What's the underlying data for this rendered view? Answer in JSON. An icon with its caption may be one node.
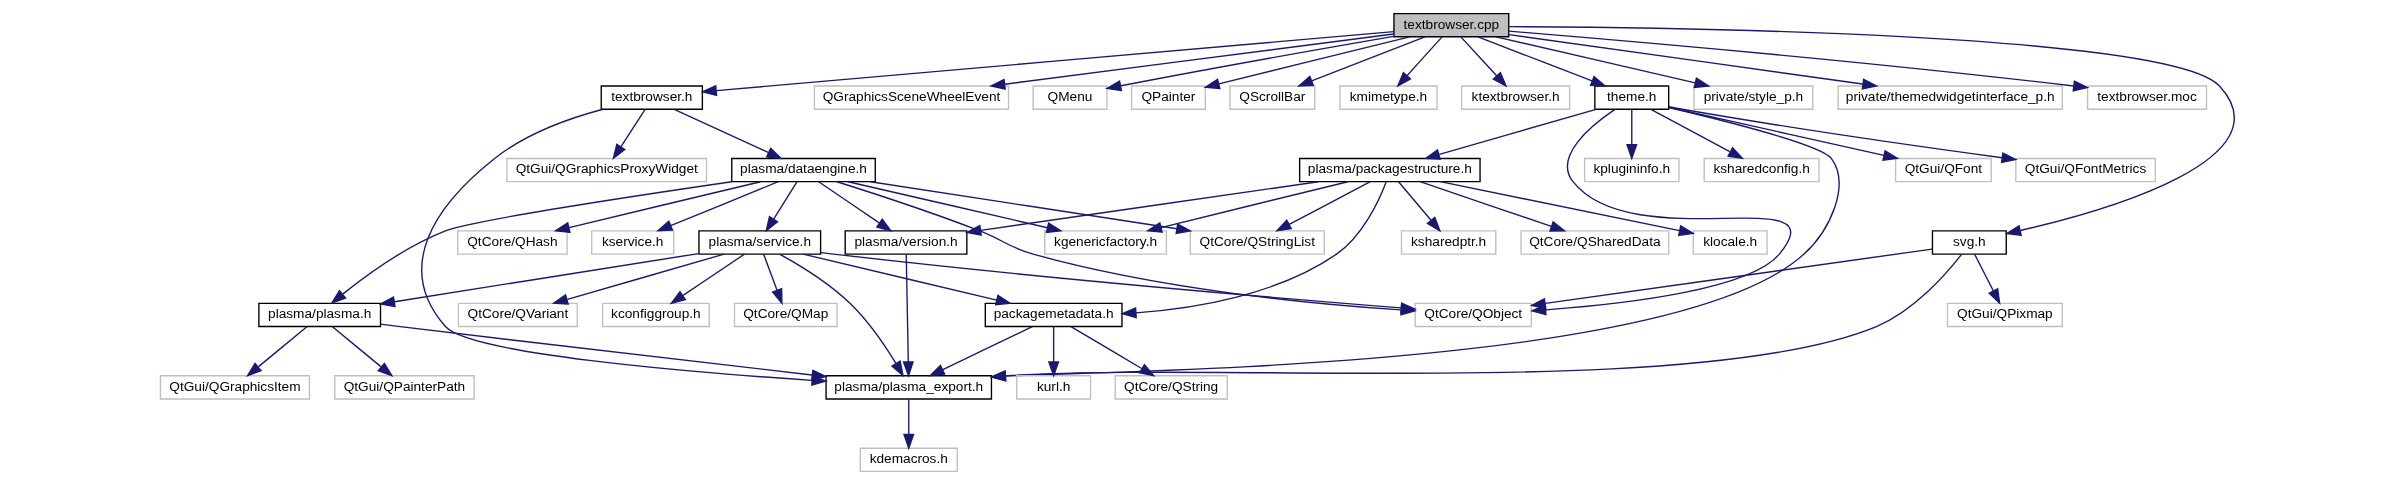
{
  "diagram": {
    "nodes": [
      {
        "text": [
          "textbrowser.cpp"
        ]
      },
      {
        "text": [
          "textbrowser.h"
        ]
      },
      {
        "text": [
          "QGraphicsSceneWheelEvent"
        ]
      },
      {
        "text": [
          "QMenu"
        ]
      },
      {
        "text": [
          "QPainter"
        ]
      },
      {
        "text": [
          "QScrollBar"
        ]
      },
      {
        "text": [
          "kmimetype.h"
        ]
      },
      {
        "text": [
          "ktextbrowser.h"
        ]
      },
      {
        "text": [
          "theme.h"
        ]
      },
      {
        "text": [
          "private/style_p.h"
        ]
      },
      {
        "text": [
          "private/themedwidgetinterface_p.h"
        ]
      },
      {
        "text": [
          "textbrowser.moc"
        ]
      },
      {
        "text": [
          "plasma/dataengine.h"
        ]
      },
      {
        "text": [
          "QtGui/QGraphicsProxyWidget"
        ]
      },
      {
        "text": [
          "kplugininfo.h"
        ]
      },
      {
        "text": [
          "ksharedconfig.h"
        ]
      },
      {
        "text": [
          "plasma/packagestructure.h"
        ]
      },
      {
        "text": [
          "QtGui/QFont"
        ]
      },
      {
        "text": [
          "QtGui/QFontMetrics"
        ]
      },
      {
        "text": [
          "plasma/service.h"
        ]
      },
      {
        "text": [
          "QtCore/QHash"
        ]
      },
      {
        "text": [
          "kservice.h"
        ]
      },
      {
        "text": [
          "plasma/version.h"
        ]
      },
      {
        "text": [
          "QtCore/QStringList"
        ]
      },
      {
        "text": [
          "kgenericfactory.h"
        ]
      },
      {
        "text": [
          "QtCore/QSharedData"
        ]
      },
      {
        "text": [
          "klocale.h"
        ]
      },
      {
        "text": [
          "ksharedptr.h"
        ]
      },
      {
        "text": [
          "svg.h"
        ]
      },
      {
        "text": [
          "plasma/plasma.h"
        ]
      },
      {
        "text": [
          "QtCore/QMap"
        ]
      },
      {
        "text": [
          "QtCore/QVariant"
        ]
      },
      {
        "text": [
          "kconfiggroup.h"
        ]
      },
      {
        "text": [
          "packagemetadata.h"
        ]
      },
      {
        "text": [
          "QtCore/QObject"
        ]
      },
      {
        "text": [
          "QtGui/QPixmap"
        ]
      },
      {
        "text": [
          "QtGui/QPainterPath"
        ]
      },
      {
        "text": [
          "QtGui/QGraphicsItem"
        ]
      },
      {
        "text": [
          "plasma/plasma_export.h"
        ]
      },
      {
        "text": [
          "kurl.h"
        ]
      },
      {
        "text": [
          "QtCore/QString"
        ]
      },
      {
        "text": [
          "kdemacros.h"
        ]
      }
    ],
    "edges": [
      {
        "from": 0,
        "to": 1,
        "arrow": "to"
      },
      {
        "from": 0,
        "to": 2,
        "arrow": "to"
      },
      {
        "from": 0,
        "to": 3,
        "arrow": "to"
      },
      {
        "from": 0,
        "to": 4,
        "arrow": "to"
      },
      {
        "from": 0,
        "to": 5,
        "arrow": "to"
      },
      {
        "from": 0,
        "to": 6,
        "arrow": "to"
      },
      {
        "from": 0,
        "to": 7,
        "arrow": "to"
      },
      {
        "from": 0,
        "to": 8,
        "arrow": "to"
      },
      {
        "from": 0,
        "to": 9,
        "arrow": "to"
      },
      {
        "from": 0,
        "to": 10,
        "arrow": "to"
      },
      {
        "from": 0,
        "to": 11,
        "arrow": "to"
      },
      {
        "from": 0,
        "to": 28,
        "arrow": "to"
      },
      {
        "from": 1,
        "to": 38,
        "arrow": "to"
      },
      {
        "from": 1,
        "to": 12,
        "arrow": "to"
      },
      {
        "from": 1,
        "to": 13,
        "arrow": "to"
      },
      {
        "from": 12,
        "to": 29,
        "arrow": "to"
      },
      {
        "from": 12,
        "to": 19,
        "arrow": "to"
      },
      {
        "from": 12,
        "to": 20,
        "arrow": "to"
      },
      {
        "from": 12,
        "to": 21,
        "arrow": "to"
      },
      {
        "from": 12,
        "to": 22,
        "arrow": "to"
      },
      {
        "from": 12,
        "to": 23,
        "arrow": "to"
      },
      {
        "from": 12,
        "to": 24,
        "arrow": "to"
      },
      {
        "from": 12,
        "to": 34,
        "arrow": "to"
      },
      {
        "from": 8,
        "to": 14,
        "arrow": "to"
      },
      {
        "from": 8,
        "to": 15,
        "arrow": "to"
      },
      {
        "from": 8,
        "to": 16,
        "arrow": "to"
      },
      {
        "from": 8,
        "to": 17,
        "arrow": "to"
      },
      {
        "from": 8,
        "to": 18,
        "arrow": "to"
      },
      {
        "from": 8,
        "to": 34,
        "arrow": "to"
      },
      {
        "from": 8,
        "to": 38,
        "arrow": "to"
      },
      {
        "from": 16,
        "to": 22,
        "arrow": "to"
      },
      {
        "from": 16,
        "to": 23,
        "arrow": "to"
      },
      {
        "from": 16,
        "to": 24,
        "arrow": "to"
      },
      {
        "from": 16,
        "to": 25,
        "arrow": "to"
      },
      {
        "from": 16,
        "to": 26,
        "arrow": "to"
      },
      {
        "from": 16,
        "to": 27,
        "arrow": "to"
      },
      {
        "from": 16,
        "to": 33,
        "arrow": "to"
      },
      {
        "from": 19,
        "to": 29,
        "arrow": "to"
      },
      {
        "from": 19,
        "to": 30,
        "arrow": "to"
      },
      {
        "from": 19,
        "to": 31,
        "arrow": "to"
      },
      {
        "from": 19,
        "to": 32,
        "arrow": "to"
      },
      {
        "from": 19,
        "to": 38,
        "arrow": "to"
      },
      {
        "from": 19,
        "to": 33,
        "arrow": "to"
      },
      {
        "from": 19,
        "to": 34,
        "arrow": "to"
      },
      {
        "from": 22,
        "to": 38,
        "arrow": "to"
      },
      {
        "from": 28,
        "to": 34,
        "arrow": "to"
      },
      {
        "from": 28,
        "to": 35,
        "arrow": "to"
      },
      {
        "from": 28,
        "to": 38,
        "arrow": "to"
      },
      {
        "from": 29,
        "to": 36,
        "arrow": "to"
      },
      {
        "from": 29,
        "to": 37,
        "arrow": "to"
      },
      {
        "from": 29,
        "to": 38,
        "arrow": "to"
      },
      {
        "from": 33,
        "to": 38,
        "arrow": "to"
      },
      {
        "from": 33,
        "to": 39,
        "arrow": "to"
      },
      {
        "from": 33,
        "to": 40,
        "arrow": "to"
      },
      {
        "from": 38,
        "to": 41,
        "arrow": "to"
      }
    ]
  }
}
